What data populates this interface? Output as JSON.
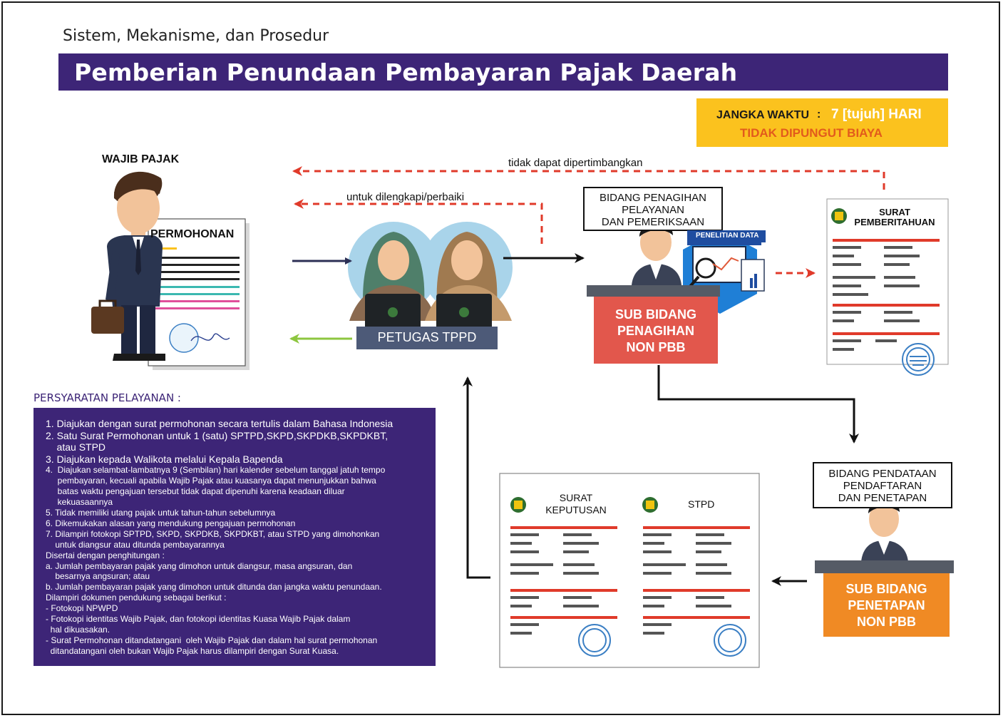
{
  "header": {
    "subtitle": "Sistem, Mekanisme, dan Prosedur",
    "title": "Pemberian Penundaan Pembayaran Pajak Daerah"
  },
  "time_box": {
    "label": "JANGKA WAKTU",
    "colon": ":",
    "value": "7 [tujuh] HARI",
    "fee": "TIDAK DIPUNGUT BIAYA"
  },
  "actors": {
    "taxpayer": "WAJIB PAJAK",
    "application": "PERMOHONAN",
    "officers": "PETUGAS TPPD",
    "research": "PENELITIAN DATA"
  },
  "flows": {
    "rejected": "tidak dapat dipertimbangkan",
    "revise": "untuk dilengkapi/perbaiki"
  },
  "units": {
    "collection_dept": {
      "line1": "BIDANG PENAGIHAN",
      "line2": "PELAYANAN",
      "line3": "DAN PEMERIKSAAN"
    },
    "collection_sub": {
      "line1": "SUB BIDANG",
      "line2": "PENAGIHAN",
      "line3": "NON PBB"
    },
    "registration_dept": {
      "line1": "BIDANG PENDATAAN",
      "line2": "PENDAFTARAN",
      "line3": "DAN PENETAPAN"
    },
    "assessment_sub": {
      "line1": "SUB BIDANG",
      "line2": "PENETAPAN",
      "line3": "NON PBB"
    }
  },
  "documents": {
    "notice": {
      "line1": "SURAT",
      "line2": "PEMBERITAHUAN"
    },
    "decision": {
      "line1": "SURAT",
      "line2": "KEPUTUSAN"
    },
    "stpd": "STPD"
  },
  "requirements": {
    "heading": "PERSYARATAN PELAYANAN :",
    "lines": [
      {
        "text": "1. Diajukan dengan surat permohonan secara tertulis dalam Bahasa Indonesia",
        "big": true
      },
      {
        "text": "2. Satu Surat Permohonan untuk 1 (satu) SPTPD,SKPD,SKPDKB,SKPDKBT,",
        "big": true
      },
      {
        "text": "    atau STPD",
        "big": true
      },
      {
        "text": "3. Diajukan kepada Walikota melalui Kepala Bapenda",
        "big": true
      },
      {
        "text": "4.  Diajukan selambat-lambatnya 9 (Sembilan) hari kalender sebelum tanggal jatuh tempo",
        "big": false
      },
      {
        "text": "     pembayaran, kecuali apabila Wajib Pajak atau kuasanya dapat menunjukkan bahwa",
        "big": false
      },
      {
        "text": "     batas waktu pengajuan tersebut tidak dapat dipenuhi karena keadaan diluar",
        "big": false
      },
      {
        "text": "     kekuasaannya",
        "big": false
      },
      {
        "text": "5. Tidak memiliki utang pajak untuk tahun-tahun sebelumnya",
        "big": false
      },
      {
        "text": "6. Dikemukakan alasan yang mendukung pengajuan permohonan",
        "big": false
      },
      {
        "text": "7. Dilampiri fotokopi SPTPD, SKPD, SKPDKB, SKPDKBT, atau STPD yang dimohonkan",
        "big": false
      },
      {
        "text": "    untuk diangsur atau ditunda pembayarannya",
        "big": false
      },
      {
        "text": "Disertai dengan penghitungan :",
        "big": false
      },
      {
        "text": "a. Jumlah pembayaran pajak yang dimohon untuk diangsur, masa angsuran, dan",
        "big": false
      },
      {
        "text": "    besarnya angsuran; atau",
        "big": false
      },
      {
        "text": "b. Jumlah pembayaran pajak yang dimohon untuk ditunda dan jangka waktu penundaan.",
        "big": false
      },
      {
        "text": "Dilampiri dokumen pendukung sebagai berikut :",
        "big": false
      },
      {
        "text": "- Fotokopi NPWPD",
        "big": false
      },
      {
        "text": "- Fotokopi identitas Wajib Pajak, dan fotokopi identitas Kuasa Wajib Pajak dalam",
        "big": false
      },
      {
        "text": "  hal dikuasakan.",
        "big": false
      },
      {
        "text": "- Surat Permohonan ditandatangani  oleh Wajib Pajak dan dalam hal surat permohonan",
        "big": false
      },
      {
        "text": "  ditandatangani oleh bukan Wajib Pajak harus dilampiri dengan Surat Kuasa.",
        "big": false
      }
    ]
  },
  "colors": {
    "purple": "#3d2577",
    "yellow": "#fbc21e",
    "orange_text": "#e25a1c",
    "red_desk": "#e2574c",
    "orange_desk": "#f08a24",
    "desk_top": "#555b66",
    "officer_label": "#4d5a78",
    "arrow_dark": "#2c2f55",
    "arrow_red": "#e03a2a",
    "arrow_green": "#8dc63f"
  }
}
